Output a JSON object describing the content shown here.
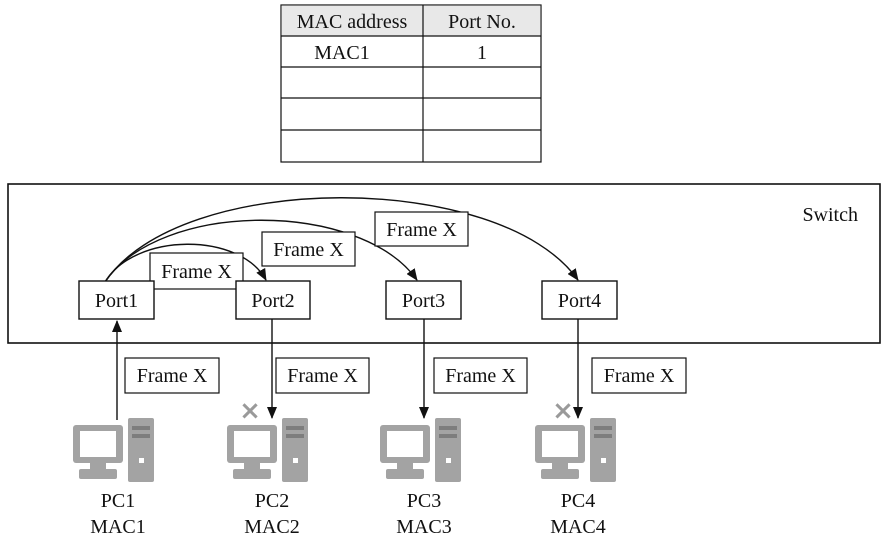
{
  "mac_table": {
    "headers": [
      "MAC address",
      "Port No."
    ],
    "rows": [
      [
        "MAC1",
        "1"
      ],
      [
        "",
        ""
      ],
      [
        "",
        ""
      ],
      [
        "",
        ""
      ]
    ]
  },
  "switch": {
    "label": "Switch"
  },
  "ports": [
    "Port1",
    "Port2",
    "Port3",
    "Port4"
  ],
  "frame_label": "Frame X",
  "pcs": [
    {
      "name": "PC1",
      "mac": "MAC1",
      "dropped": false
    },
    {
      "name": "PC2",
      "mac": "MAC2",
      "dropped": true
    },
    {
      "name": "PC3",
      "mac": "MAC3",
      "dropped": false
    },
    {
      "name": "PC4",
      "mac": "MAC4",
      "dropped": true
    }
  ],
  "drop_mark": "×",
  "colors": {
    "line": "#111111",
    "pc_gray": "#a3a3a3",
    "drop_mark": "#9a9a9a"
  }
}
